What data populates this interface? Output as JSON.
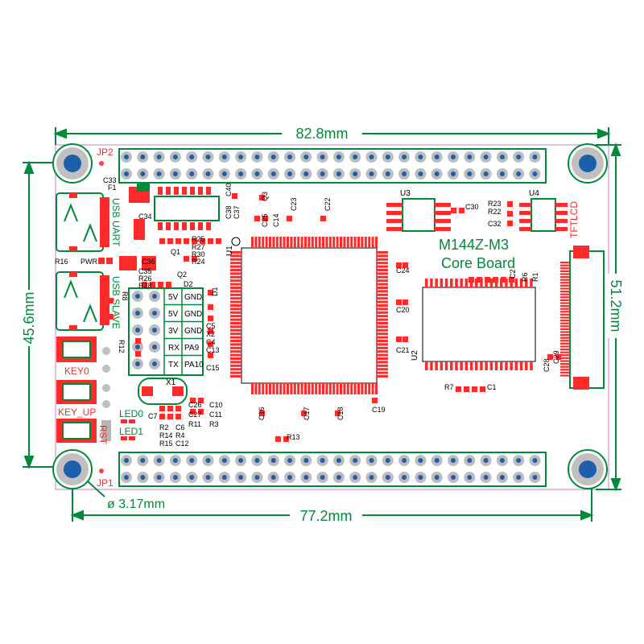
{
  "board": {
    "name": "M144Z-M3",
    "subtitle": "Core Board"
  },
  "dimensions": {
    "width_top": "82.8mm",
    "width_bottom": "77.2mm",
    "height_left": "45.6mm",
    "height_right": "51.2mm",
    "hole_diameter": "ø 3.17mm"
  },
  "headers": {
    "top": "JP2",
    "bottom": "JP1"
  },
  "connectors": {
    "usb_uart": "USB UART",
    "usb_slave": "USB SLAVE",
    "tftlcd": "TFTLCD"
  },
  "buttons": {
    "key0": "KEY0",
    "key_up": "KEY_UP",
    "rst": "RST"
  },
  "leds": {
    "led0": "LED0",
    "led1": "LED1",
    "pwr": "PWR"
  },
  "power_header": {
    "rows": [
      {
        "left": "5V",
        "right": "GND"
      },
      {
        "left": "5V",
        "right": "GND"
      },
      {
        "left": "3V",
        "right": "GND"
      },
      {
        "left": "RX",
        "right": "PA9"
      },
      {
        "left": "TX",
        "right": "PA10"
      }
    ]
  },
  "chips": {
    "u1": "U1",
    "u2": "U2",
    "u3": "U3",
    "u4": "U4",
    "x1": "X1"
  },
  "designators": {
    "c33": "C33",
    "f1": "F1",
    "c34": "C34",
    "c40": "C40",
    "q3": "Q3",
    "c38": "C38",
    "c37": "C37",
    "c25": "C25",
    "c14": "C14",
    "c23": "C23",
    "c22": "C22",
    "c30": "C30",
    "r23": "R23",
    "r22": "R22",
    "c32": "C32",
    "r25": "R25",
    "r27": "R27",
    "r30": "R30",
    "r24": "R24",
    "q1": "Q1",
    "r16": "R16",
    "c36": "C36",
    "c35": "C35",
    "r26": "R26",
    "r28": "R28",
    "q2": "Q2",
    "d2": "D2",
    "d1": "D1",
    "c24": "C24",
    "c2": "C2",
    "r6": "R6",
    "r1": "R1",
    "c20": "C20",
    "c21": "C21",
    "c5": "C5",
    "x2": "X2",
    "c4": "C4",
    "c13": "C13",
    "c15": "C15",
    "r12": "R12",
    "r8": "R8",
    "c28": "C28",
    "c29": "C29",
    "r7": "R7",
    "c1": "C1",
    "c26": "C26",
    "c10": "C10",
    "c27": "C27",
    "c11": "C11",
    "r11": "R11",
    "r3": "R3",
    "c7": "C7",
    "r2": "R2",
    "c6": "C6",
    "r14": "R14",
    "r4": "R4",
    "r15": "R15",
    "c12": "C12",
    "c16": "C16",
    "c17": "C17",
    "c18": "C18",
    "c19": "C19",
    "r13": "R13"
  }
}
